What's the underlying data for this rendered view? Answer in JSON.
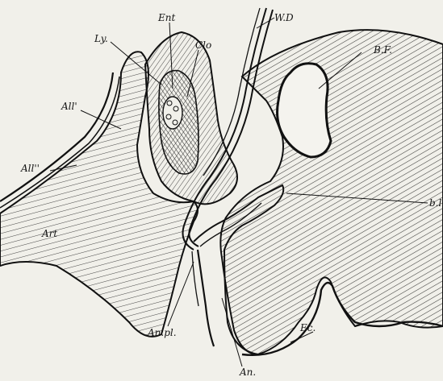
{
  "figure": {
    "labels": {
      "ent": "Ent",
      "ly": "Ly.",
      "clo": "Clo",
      "wd": "W.D",
      "bf": "B.F.",
      "all_prime": "All'",
      "all_double": "All''",
      "art": "Art",
      "bl": "b.l",
      "anpl": "An.pl.",
      "an": "An.",
      "ec": "Ec."
    }
  }
}
